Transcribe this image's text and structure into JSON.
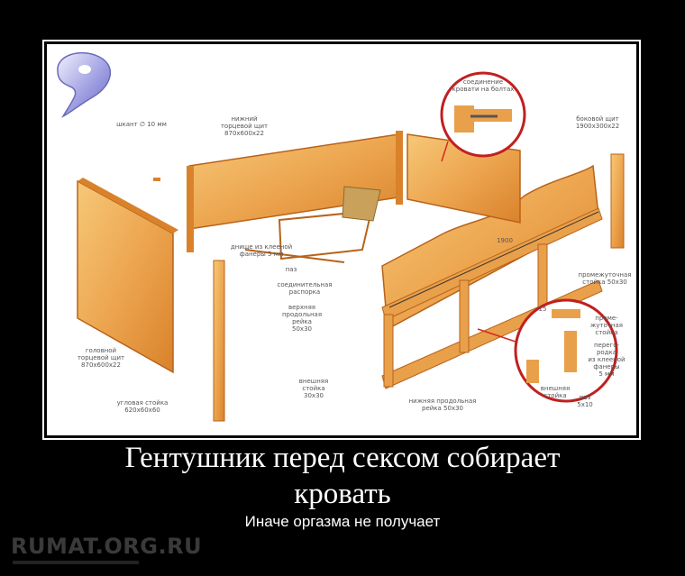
{
  "poster": {
    "title_line1": "Гентушник перед сексом собирает",
    "title_line2": "кровать",
    "subtitle": "Иначе оргазма не получает",
    "watermark": "RUMAT.ORG.RU"
  },
  "diagram": {
    "labels": {
      "dowel": "шкант ∅ 10 мм",
      "bottom_end_panel": "нижний\nторцевой щит\n870x600x22",
      "bolt_joint": "соединение\nкровати на болтах",
      "side_panel": "боковой щит\n1900x300x22",
      "plywood_bottom": "днище из клееной\nфанеры 5 мм",
      "groove": "паз",
      "connecting_strut": "соединительная\nраспорка",
      "upper_rail": "верхняя\nпродольная\nрейка\n50x30",
      "head_end_panel": "головной\nторцевой щит\n870x600x22",
      "corner_post": "угловая стойка\n620x60x60",
      "outer_post": "внешняя\nстойка\n30x30",
      "lower_rail": "нижняя продольная\nрейка 50x30",
      "intermediate_post": "промежуточная\nстойка 50x30",
      "length_1900": "1900",
      "inset_intermediate_post": "проме-\nжуточная\nстойка",
      "inset_partition": "перего-\nродка\nиз клееной\nфанеры\n5 мм",
      "inset_outer_post": "внешняя\nстойка",
      "inset_groove": "паз\n5x10",
      "dim_15": "15"
    }
  },
  "colors": {
    "wood_light": "#f2b45a",
    "wood_dark": "#d9822b",
    "wood_edge": "#b8621a",
    "arrow_red": "#d62a1e",
    "logo_purple": "#8e8ed6"
  }
}
